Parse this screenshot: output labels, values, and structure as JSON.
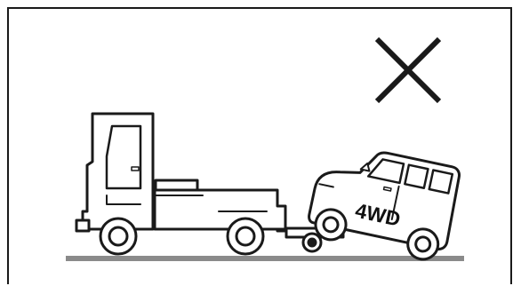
{
  "illustration": {
    "subject": "tow-truck-towing-vehicle",
    "car_badge": "4WD",
    "prohibition_mark": "x-mark",
    "colors": {
      "line": "#1a1a1a",
      "road": "#8a8a8a",
      "background": "#ffffff"
    }
  }
}
